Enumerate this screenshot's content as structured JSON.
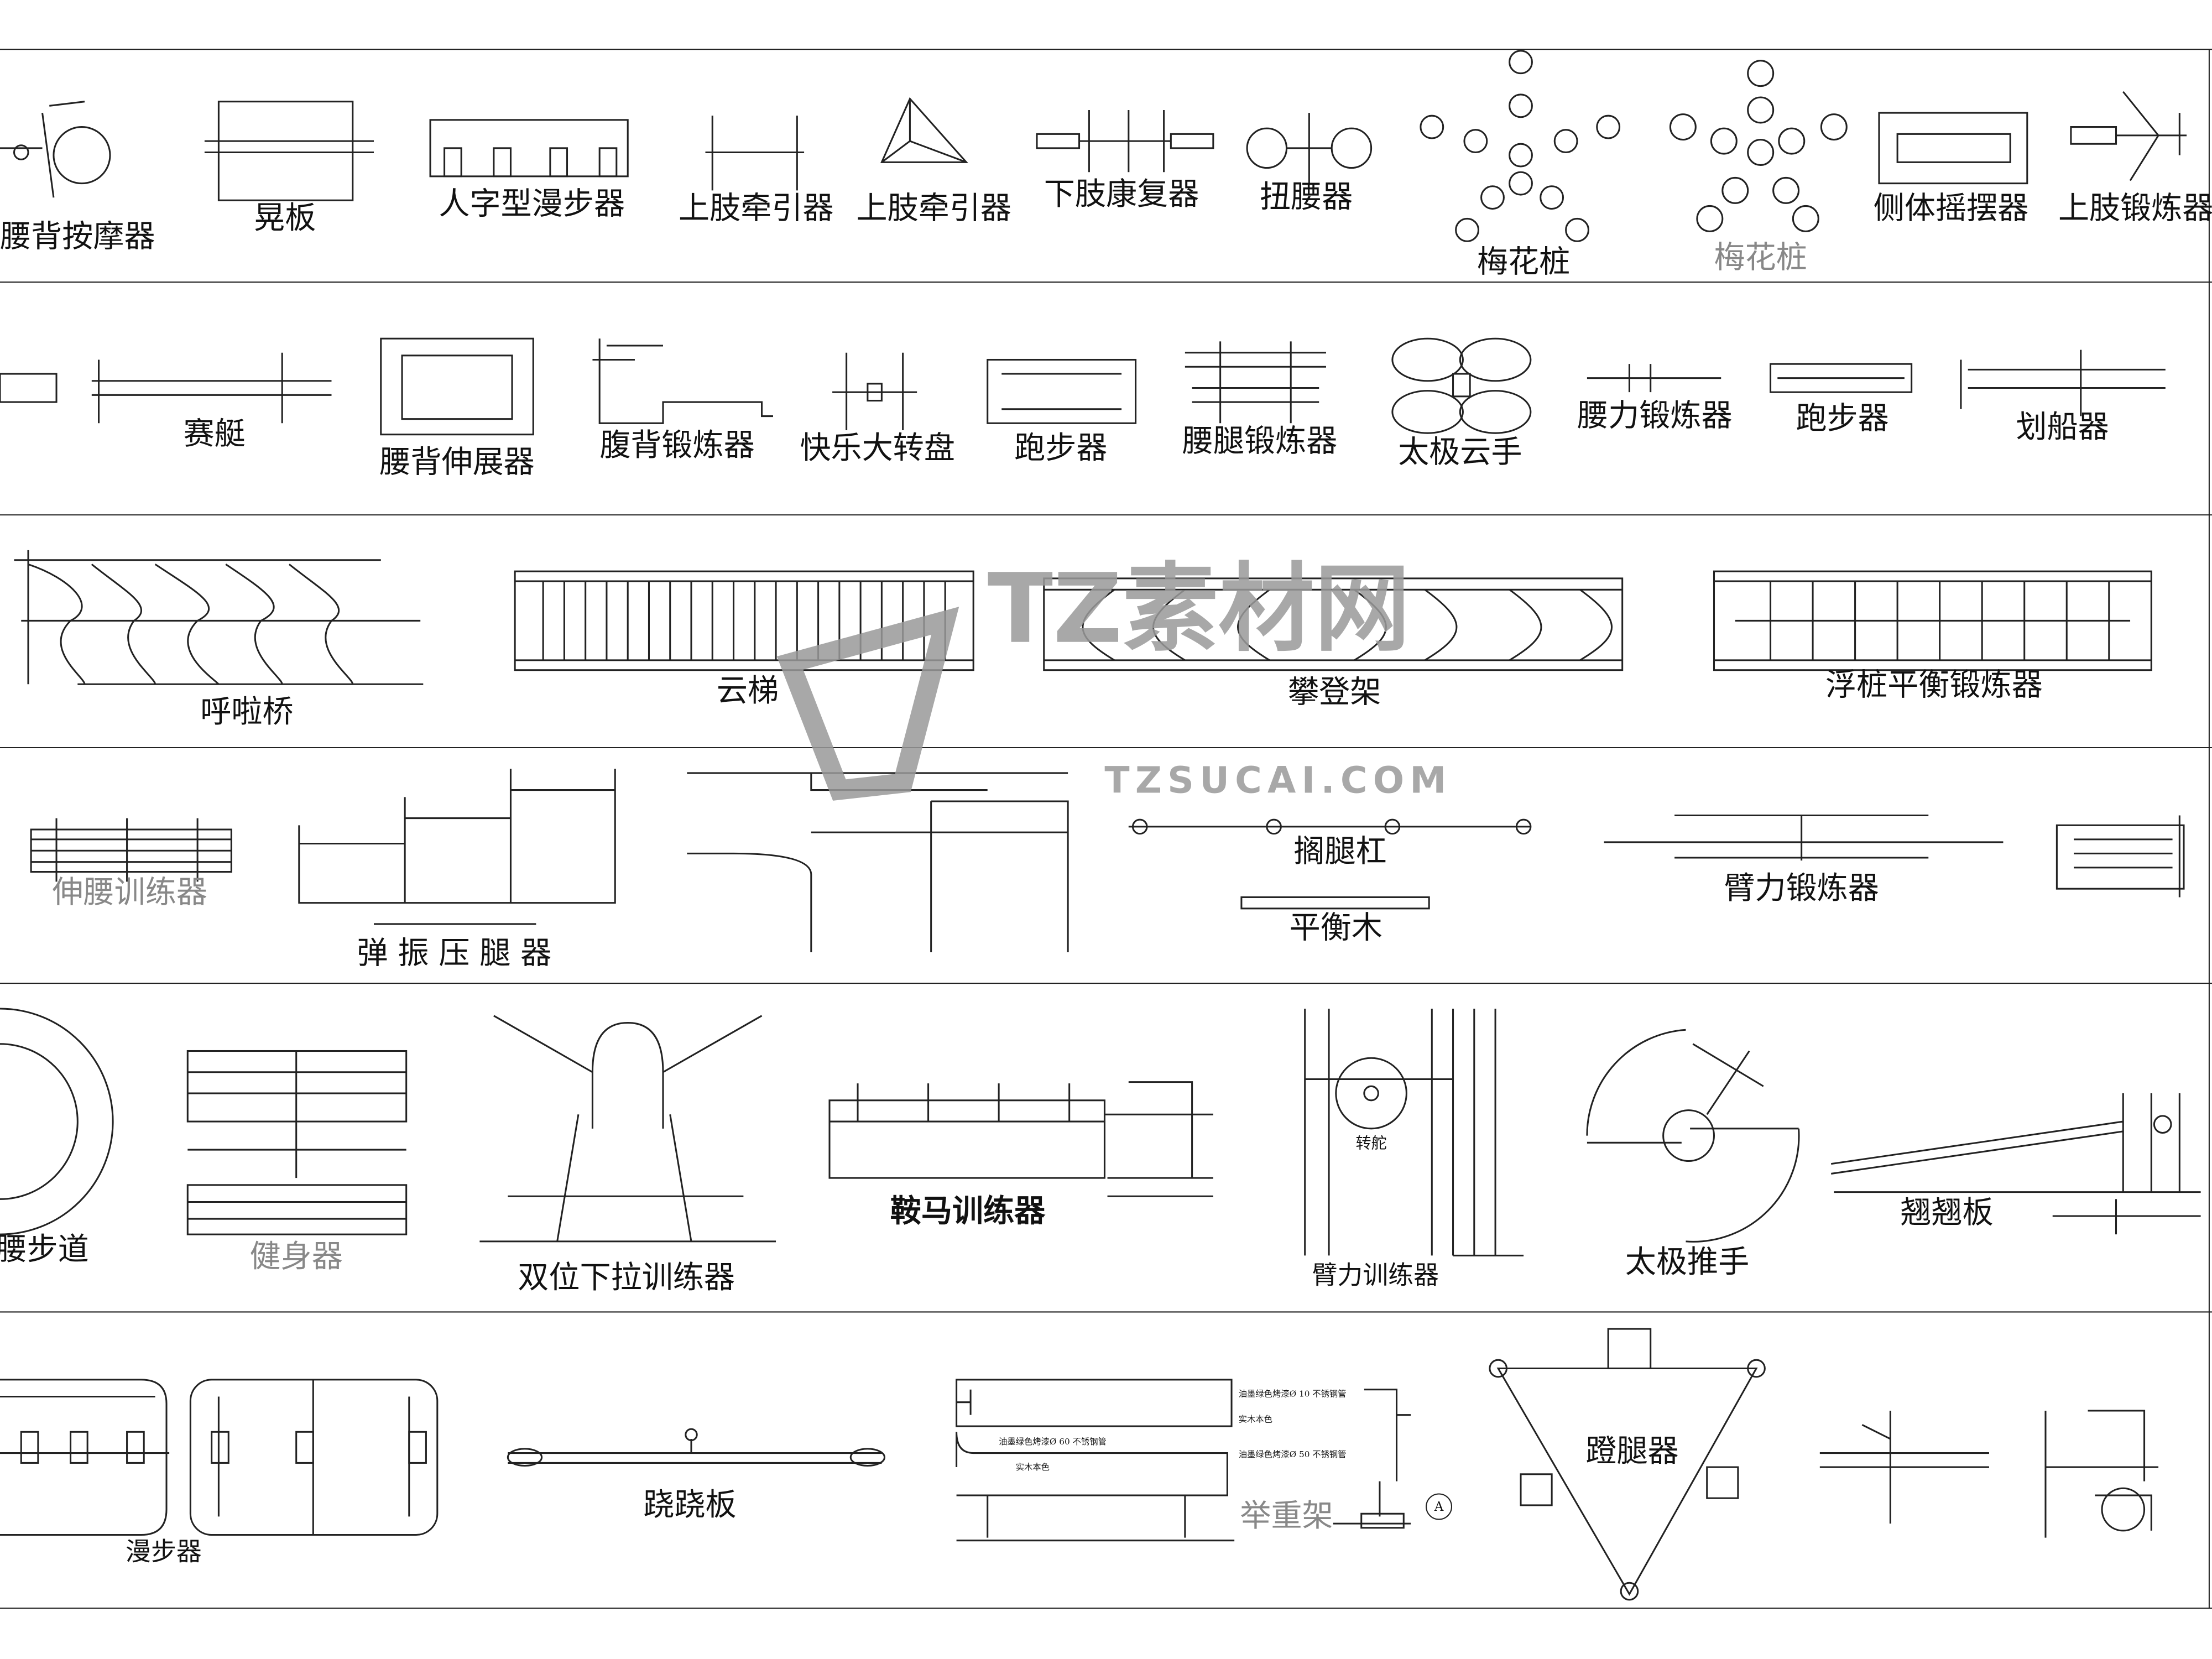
{
  "rows": [
    {
      "labels": [
        "腰背按摩器",
        "晃板",
        "人字型漫步器",
        "上肢牵引器",
        "上肢牵引器",
        "下肢康复器",
        "扭腰器",
        "梅花桩",
        "梅花桩",
        "侧体摇摆器",
        "上肢锻炼器"
      ]
    },
    {
      "labels": [
        "赛艇",
        "腰背伸展器",
        "腹背锻炼器",
        "快乐大转盘",
        "跑步器",
        "腰腿锻炼器",
        "太极云手",
        "腰力锻炼器",
        "跑步器",
        "划船器"
      ]
    },
    {
      "labels": [
        "呼啦桥",
        "云梯",
        "攀登架",
        "浮桩平衡锻炼器"
      ]
    },
    {
      "labels": [
        "伸腰训练器",
        "弹 振 压 腿 器",
        "搁腿杠",
        "平衡木",
        "臂力锻炼器"
      ]
    },
    {
      "labels": [
        "腰步道",
        "健身器",
        "双位下拉训练器",
        "鞍马训练器",
        "转舵",
        "臂力训练器",
        "太极推手",
        "翘翘板"
      ]
    },
    {
      "labels": [
        "漫步器",
        "跷跷板",
        "举重架",
        "蹬腿器"
      ]
    }
  ],
  "weightlift_notes": [
    "油墨绿色烤漆Ø 10 不锈钢管",
    "实木本色",
    "油墨绿色烤漆Ø 60 不锈钢管",
    "实木本色",
    "油墨绿色烤漆Ø 50 不锈钢管"
  ],
  "detail_marker": "A",
  "watermark": {
    "brand": "TZ素材网",
    "url": "TZSUCAI.COM"
  }
}
